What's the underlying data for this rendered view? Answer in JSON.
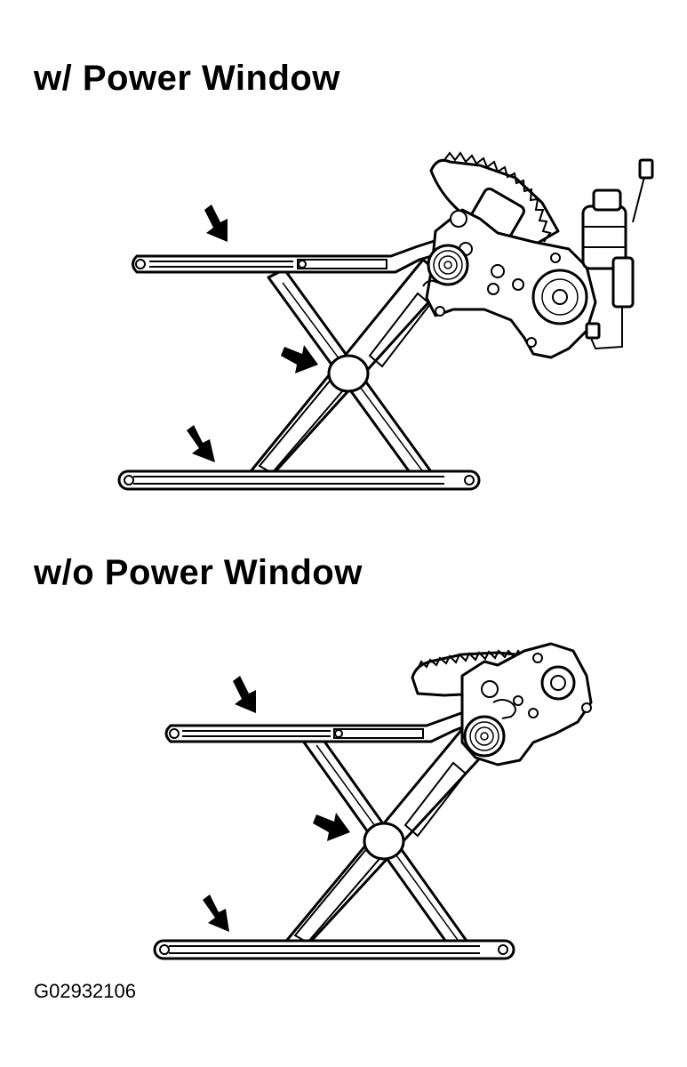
{
  "sections": [
    {
      "title": "w/ Power Window"
    },
    {
      "title": "w/o Power Window"
    }
  ],
  "figure_code": "G02932106",
  "icons": [
    "arrow-icon"
  ]
}
